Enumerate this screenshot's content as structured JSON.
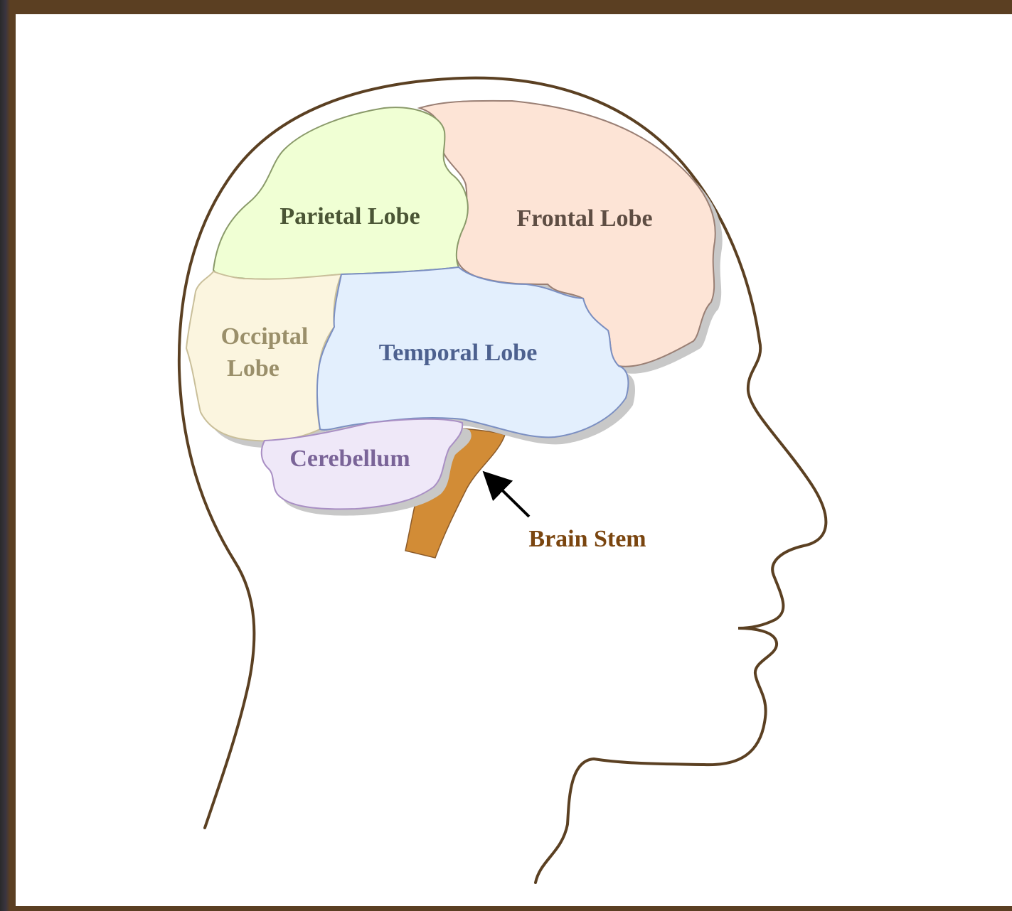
{
  "labels": {
    "parietal": "Parietal Lobe",
    "frontal": "Frontal Lobe",
    "occipital_line1": "Occiptal",
    "occipital_line2": "Lobe",
    "temporal": "Temporal Lobe",
    "cerebellum": "Cerebellum",
    "brain_stem": "Brain Stem"
  },
  "colors": {
    "frame": "#5b3f22",
    "head_outline": "#5b4022",
    "parietal_fill": "#f0ffd4",
    "parietal_stroke": "#8a9a6a",
    "parietal_text": "#4a5535",
    "frontal_fill": "#fde4d6",
    "frontal_stroke": "#9a7f74",
    "frontal_text": "#5e4d43",
    "occipital_fill": "#fbf5df",
    "occipital_stroke": "#c9bf9a",
    "occipital_text": "#9a8f6a",
    "temporal_fill": "#e3effd",
    "temporal_stroke": "#7b8fc2",
    "temporal_text": "#4d618f",
    "cerebellum_fill": "#efe8f8",
    "cerebellum_stroke": "#a98fc4",
    "cerebellum_text": "#7a6498",
    "brain_stem_fill": "#d28c36",
    "brain_stem_text": "#7a450f",
    "arrow": "#000000",
    "shadow": "#c8c8c8"
  }
}
